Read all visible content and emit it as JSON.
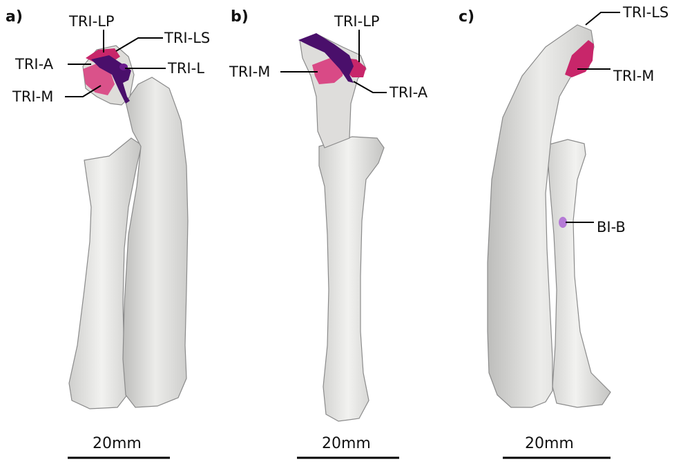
{
  "panels": [
    {
      "letter": "a)",
      "labels": [
        "TRI-LP",
        "TRI-LS",
        "TRI-A",
        "TRI-L",
        "TRI-M"
      ],
      "scale": "20mm"
    },
    {
      "letter": "b)",
      "labels": [
        "TRI-LP",
        "TRI-M",
        "TRI-A"
      ],
      "scale": "20mm"
    },
    {
      "letter": "c)",
      "labels": [
        "TRI-LS",
        "TRI-M",
        "BI-B"
      ],
      "scale": "20mm"
    }
  ],
  "colors": {
    "bone": "#e6e6e4",
    "bone_shade": "#c9c9c7",
    "muscle_magenta": "#c8266a",
    "muscle_pink": "#d94a86",
    "muscle_purple": "#4a0f6b",
    "muscle_lilac": "#b57ad6"
  }
}
